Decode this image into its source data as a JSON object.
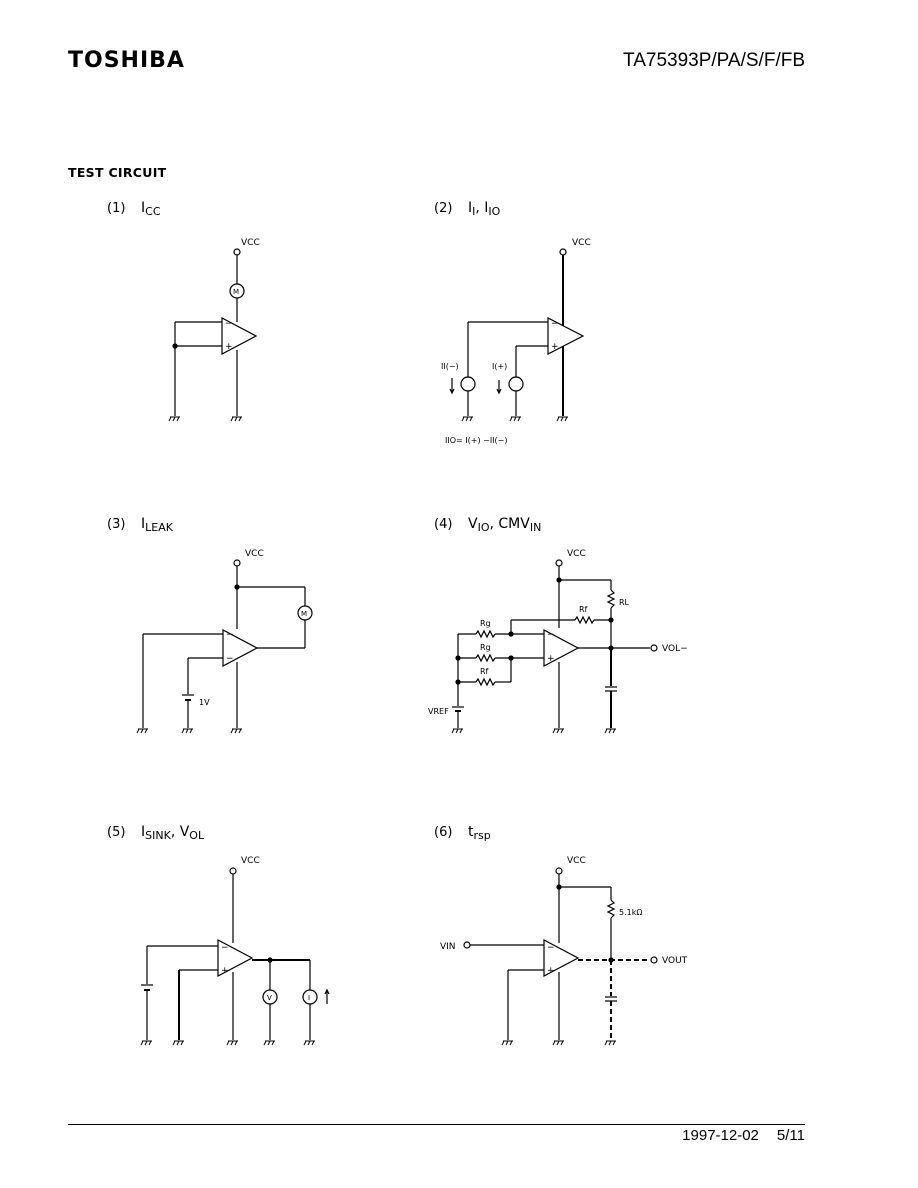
{
  "header": {
    "brand": "TOSHIBA",
    "part_number": "TA75393P/PA/S/F/FB"
  },
  "section_title": "TEST CIRCUIT",
  "captions": [
    {
      "num": "(1)",
      "main": "I",
      "sub": "CC",
      "rest": ""
    },
    {
      "num": "(2)",
      "main": "I",
      "sub": "I",
      "rest": ", I",
      "sub2": "IO"
    },
    {
      "num": "(3)",
      "main": "I",
      "sub": "LEAK",
      "rest": ""
    },
    {
      "num": "(4)",
      "main": "V",
      "sub": "IO",
      "rest": ", CMV",
      "sub2": "IN"
    },
    {
      "num": "(5)",
      "main": "I",
      "sub": "SINK",
      "rest": ", V",
      "sub2": "OL"
    },
    {
      "num": "(6)",
      "main": "t",
      "sub": "rsp",
      "rest": ""
    }
  ],
  "labels": {
    "vcc": "VCC",
    "meter_m": "M",
    "meter_v": "V",
    "meter_i": "I",
    "ii_minus": "II(−)",
    "ii_plus": "I(+)",
    "iio_formula": "IIO= I(+) −II(−)",
    "one_volt": "1V",
    "rg": "Rg",
    "rf": "Rf",
    "rl": "RL",
    "vref": "VREF",
    "vol": "VOL−",
    "vin": "VIN",
    "vout": "VOUT",
    "r51k": "5.1kΩ"
  },
  "footer": {
    "date": "1997-12-02",
    "page": "5/11"
  }
}
